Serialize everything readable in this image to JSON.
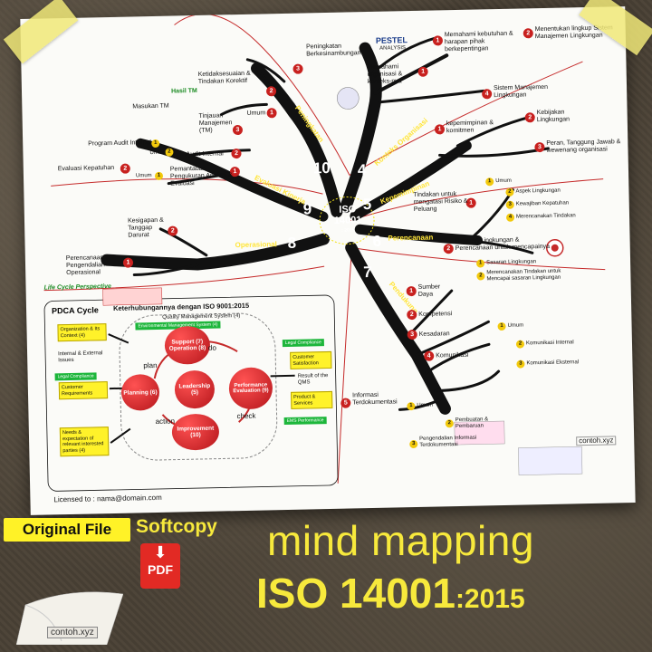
{
  "paper": {
    "center": {
      "title": "ISO 14001",
      "year": ": 2015"
    },
    "branch_numbers": [
      "4",
      "5",
      "6",
      "7",
      "8",
      "9",
      "10"
    ],
    "branches": {
      "b4": "Konteks Organisasi",
      "b5": "Kepemimpinan",
      "b6": "Perencanaan",
      "b7": "Pendukung",
      "b8": "Operasional",
      "b9": "Evaluasi Kinerja",
      "b10": "Peningkatan"
    },
    "pestel": {
      "title": "PESTEL",
      "sub": "ANALYSIS"
    },
    "context_items": [
      "Memahami kebutuhan & harapan pihak berkepentingan",
      "Menentukan lingkup Sistem Manajemen Lingkungan",
      "Memahami organisasi & konteks-nya",
      "Sistem Manajemen Lingkungan"
    ],
    "leadership_items": [
      "kepemimpinan & komitmen",
      "Kebijakan Lingkungan",
      "Peran, Tanggung Jawab & wewenang organisasi"
    ],
    "planning_items": [
      "Tindakan untuk mengatasi Risiko & Peluang",
      "Umum",
      "Aspek Lingkungan",
      "Kewajiban Kepatuhan",
      "Merencanakan Tindakan",
      "Sasaran Lingkungan & Perencanaan untuk mencapainya",
      "Sasaran Lingkungan",
      "Merencanakan Tindakan untuk Mencapai sasaran Lingkungan"
    ],
    "support_items": [
      "Sumber Daya",
      "Kompetensi",
      "Kesadaran",
      "Komunikasi",
      "Umum",
      "Komunikasi Internal",
      "Komunikasi Eksternal",
      "Informasi Terdokumentasi",
      "Umum",
      "Pembuatan & Pembaruan",
      "Pengendalian Informasi Terdokumentasi"
    ],
    "improvement_items": [
      "Peningkatan Berkesinambungan",
      "Ketidaksesuaian & Tindakan Korektif",
      "Umum"
    ],
    "evaluation_items": [
      "Tinjauan Manajemen (TM)",
      "Audit Internal",
      "Program Audit Internal",
      "Umum",
      "Evaluasi Kepatuhan",
      "Pemantauan Pengukuran Analisa & Evaluasi",
      "Umum"
    ],
    "operation_items": [
      "Kesigapan & Tanggap Darurat",
      "Perencanaan & Pengendalian Operasional",
      "Life Cycle Perspective"
    ],
    "hasil_tm": "Hasil TM",
    "masukan_tm": "Masukan TM",
    "pdca": {
      "title": "PDCA Cycle",
      "relation": "Keterhubungannya dengan ISO 9001:2015",
      "qms": "Quality Management System (4)",
      "ems": "Environmental Management System (4)",
      "support": "Support (7) Operation (8)",
      "planning": "Planning (6)",
      "leadership": "Leadership (5)",
      "performance": "Performance Evaluation (9)",
      "improvement": "Improvement (10)",
      "plan": "plan",
      "do": "do",
      "check": "check",
      "action": "action",
      "org_context": "Organization & Its Context (4)",
      "internal_external": "Internal & External Issues",
      "legal1": "Legal Compliance",
      "customer_req": "Customer Requirements",
      "needs": "Needs & expectation of relevant interested parties (4)",
      "legal2": "Legal Compliance",
      "customer_sat": "Customer Satisfaction",
      "result": "Result of the QMS",
      "products": "Product & Services",
      "ems_perf": "EMS Performance"
    },
    "licensed": "Licensed to : nama@domain.com",
    "watermark": "contoh.xyz"
  },
  "banner": {
    "original_file": "Original File",
    "softcopy": "Softcopy",
    "pdf": "PDF",
    "mind_mapping": "mind mapping",
    "iso_main": "ISO 14001",
    "iso_year": ":2015",
    "watermark": "contoh.xyz"
  },
  "colors": {
    "accent_yellow": "#f7e93c",
    "number_red": "#c8211f",
    "tape": "#f0e878",
    "banner_bg": "#4a4238"
  }
}
